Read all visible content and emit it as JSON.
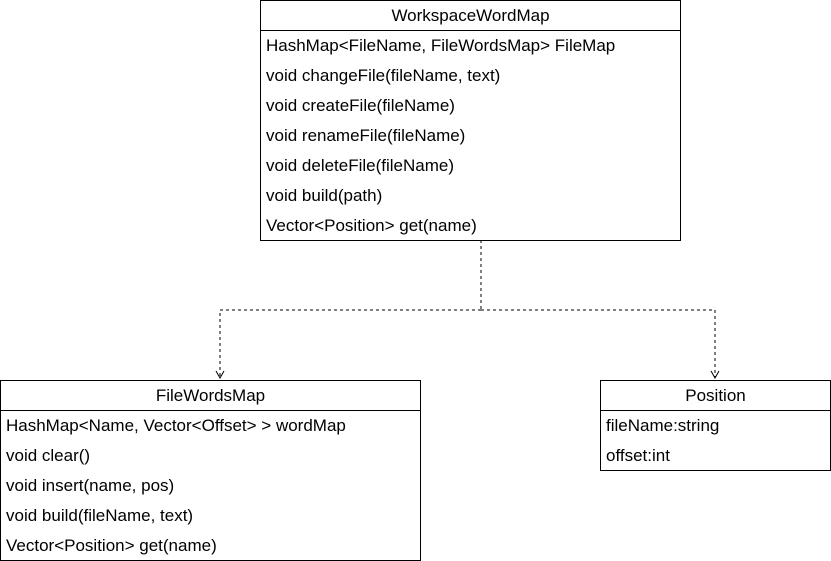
{
  "classes": {
    "workspace": {
      "name": "WorkspaceWordMap",
      "members": [
        "HashMap<FileName, FileWordsMap> FileMap",
        "void changeFile(fileName, text)",
        "void createFile(fileName)",
        "void renameFile(fileName)",
        "void deleteFile(fileName)",
        "void build(path)",
        "Vector<Position> get(name)"
      ]
    },
    "filewords": {
      "name": "FileWordsMap",
      "members": [
        "HashMap<Name, Vector<Offset> > wordMap",
        "void clear()",
        "void insert(name, pos)",
        "void build(fileName, text)",
        "Vector<Position> get(name)"
      ]
    },
    "position": {
      "name": "Position",
      "members": [
        "fileName:string",
        "offset:int"
      ]
    }
  },
  "connector_color": "#000000"
}
